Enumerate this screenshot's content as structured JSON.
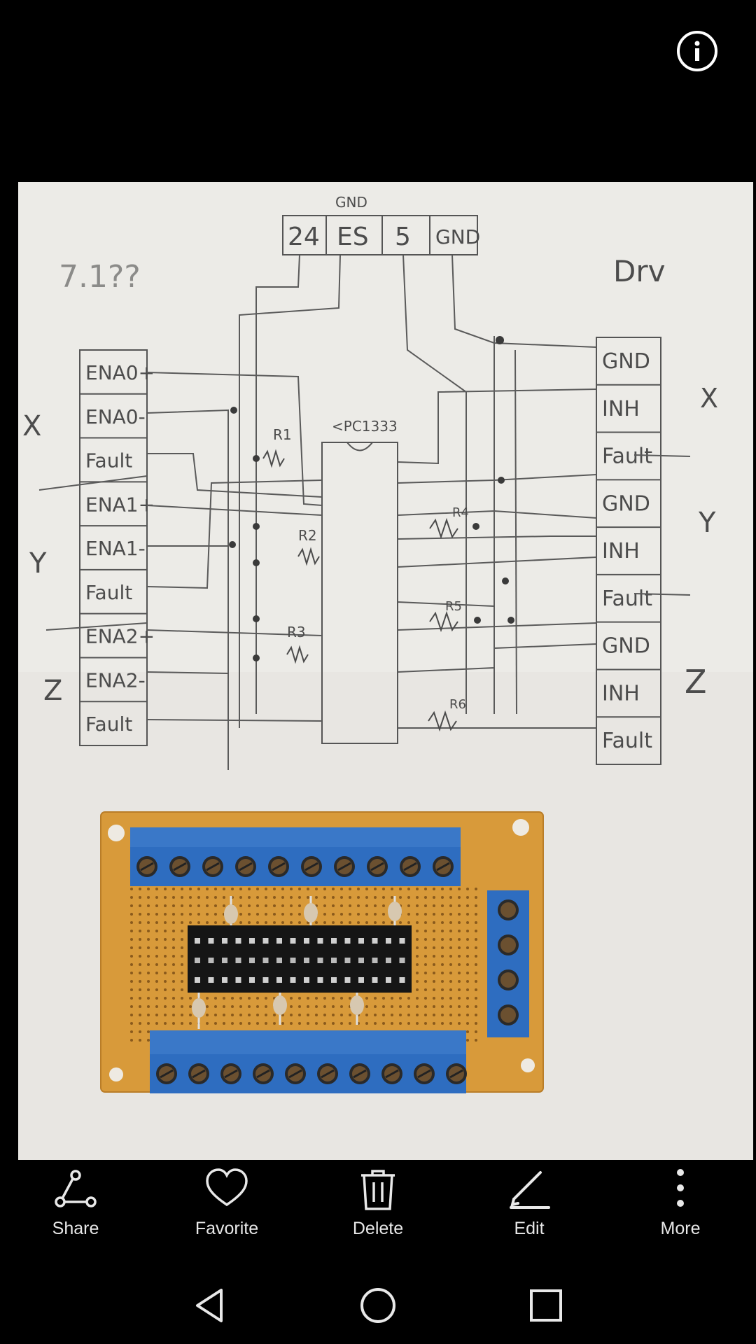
{
  "top_bar": {
    "info_icon": "info-icon"
  },
  "photo": {
    "labels": {
      "title_right": "Drv",
      "title_left": "7.1??",
      "gnd_top": "GND",
      "power_terminals": [
        "24",
        "ES",
        "5",
        "GND"
      ],
      "ic_label": "<PC1333",
      "left_terminals": [
        "ENA0+",
        "ENA0-",
        "Fault",
        "ENA1+",
        "ENA1-",
        "Fault",
        "ENA2+",
        "ENA2-",
        "Fault"
      ],
      "right_terminals": [
        "GND",
        "INH",
        "Fault",
        "GND",
        "INH",
        "Fault",
        "GND",
        "INH",
        "Fault"
      ],
      "axes_left": [
        "X",
        "Y",
        "Z"
      ],
      "axes_right": [
        "X",
        "Y",
        "Z"
      ],
      "resistors": [
        "R1",
        "R2",
        "R3",
        "R4",
        "R5",
        "R6"
      ]
    }
  },
  "actions": [
    {
      "label": "Share",
      "icon": "share-icon"
    },
    {
      "label": "Favorite",
      "icon": "heart-icon"
    },
    {
      "label": "Delete",
      "icon": "trash-icon"
    },
    {
      "label": "Edit",
      "icon": "pencil-icon"
    },
    {
      "label": "More",
      "icon": "more-vertical-icon"
    }
  ],
  "navbar": {
    "back": "back-icon",
    "home": "home-icon",
    "recents": "recents-icon"
  }
}
